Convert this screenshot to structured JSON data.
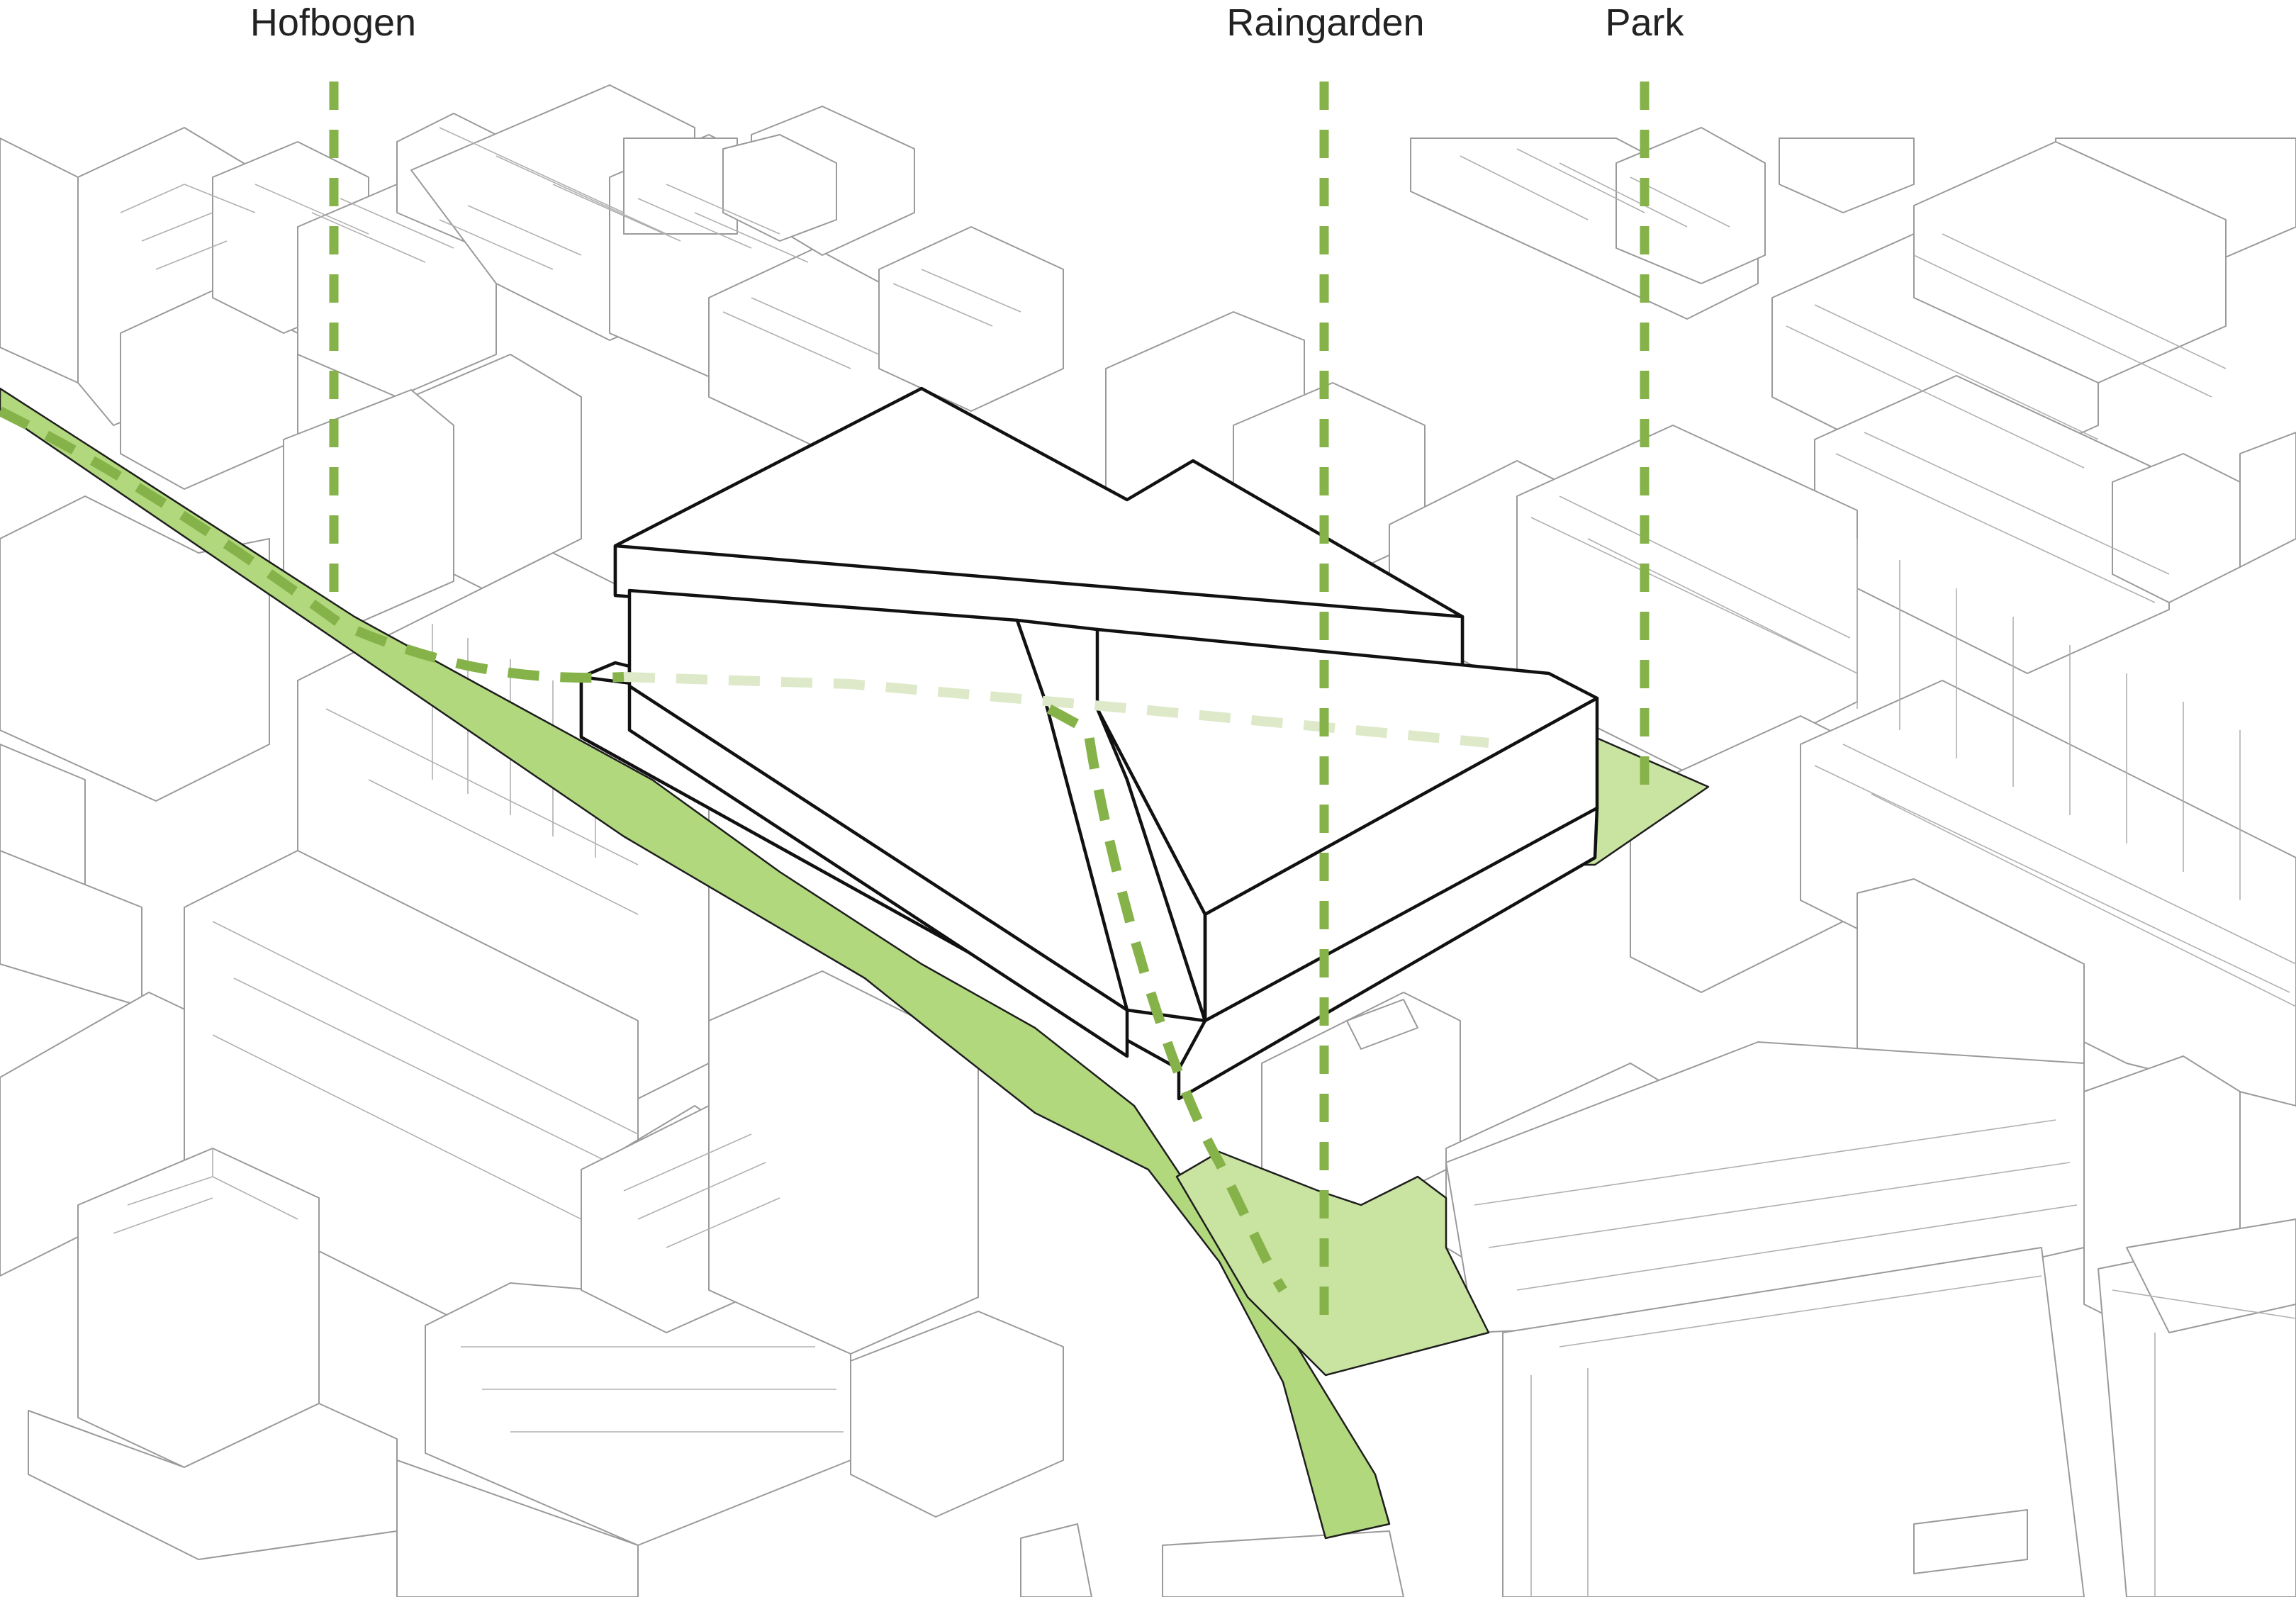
{
  "labels": {
    "hofbogen": "Hofbogen",
    "raingarden": "Raingarden",
    "park": "Park"
  },
  "colors": {
    "route_green": "#86b24a",
    "route_faded": "#dde9c9",
    "green_area_dark": "#b1d87d",
    "green_area_light": "#c9e4a1",
    "building_outline": "#111111",
    "context_outline": "#9a9a9a"
  }
}
